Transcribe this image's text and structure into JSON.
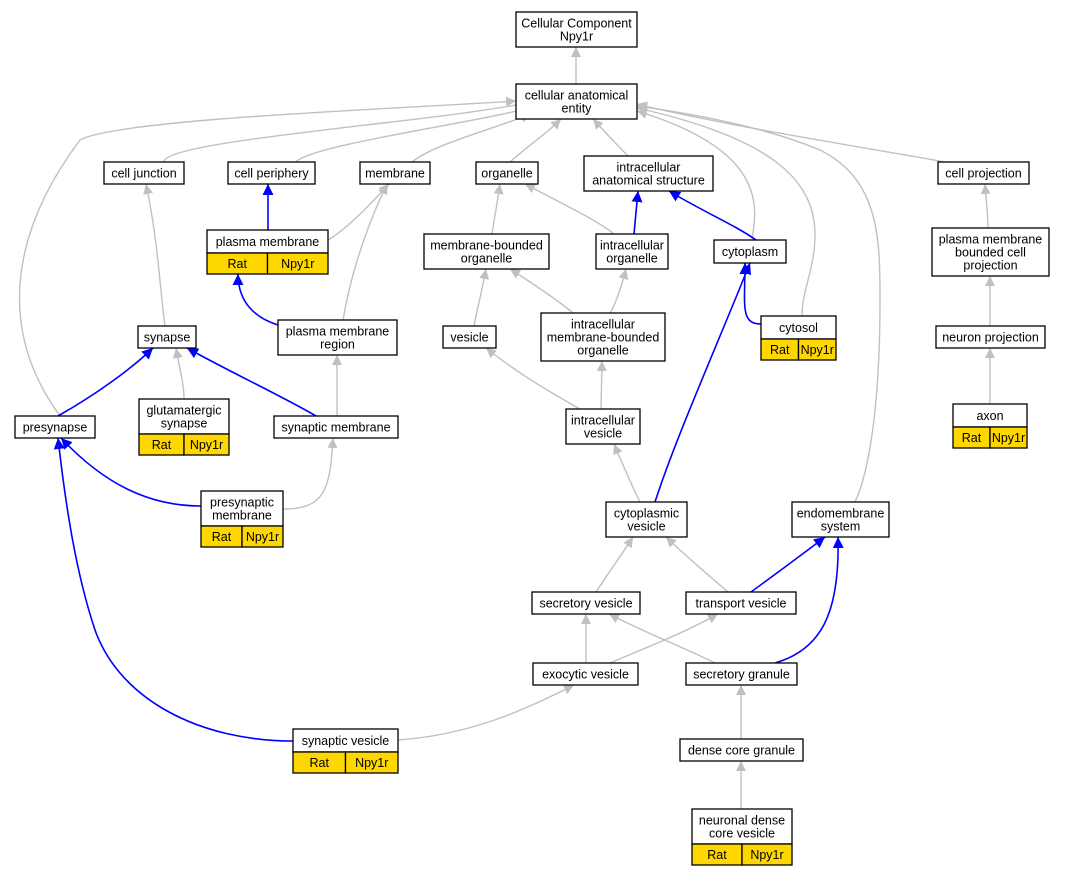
{
  "colors": {
    "is_a_edge": "#c0c0c0",
    "part_of_edge": "#0000ff",
    "annotation_fill": "#ffd700",
    "node_fill": "#ffffff"
  },
  "nodes": [
    {
      "id": "root",
      "lines": [
        "Cellular Component",
        "Npy1r"
      ]
    },
    {
      "id": "cae",
      "lines": [
        "cellular anatomical",
        "entity"
      ]
    },
    {
      "id": "cj",
      "lines": [
        "cell junction"
      ]
    },
    {
      "id": "cp",
      "lines": [
        "cell periphery"
      ]
    },
    {
      "id": "mem",
      "lines": [
        "membrane"
      ]
    },
    {
      "id": "org",
      "lines": [
        "organelle"
      ]
    },
    {
      "id": "ias",
      "lines": [
        "intracellular",
        "anatomical structure"
      ]
    },
    {
      "id": "cproj",
      "lines": [
        "cell projection"
      ]
    },
    {
      "id": "pm",
      "lines": [
        "plasma membrane"
      ],
      "ann": [
        "Rat",
        "Npy1r"
      ]
    },
    {
      "id": "mbo",
      "lines": [
        "membrane-bounded",
        "organelle"
      ]
    },
    {
      "id": "io",
      "lines": [
        "intracellular",
        "organelle"
      ]
    },
    {
      "id": "cyto",
      "lines": [
        "cytoplasm"
      ]
    },
    {
      "id": "pmbcp",
      "lines": [
        "plasma membrane",
        "bounded cell",
        "projection"
      ]
    },
    {
      "id": "syn",
      "lines": [
        "synapse"
      ]
    },
    {
      "id": "pmr",
      "lines": [
        "plasma membrane",
        "region"
      ]
    },
    {
      "id": "ves",
      "lines": [
        "vesicle"
      ]
    },
    {
      "id": "imbo",
      "lines": [
        "intracellular",
        "membrane-bounded",
        "organelle"
      ]
    },
    {
      "id": "cytosol",
      "lines": [
        "cytosol"
      ],
      "ann": [
        "Rat",
        "Npy1r"
      ]
    },
    {
      "id": "np",
      "lines": [
        "neuron projection"
      ]
    },
    {
      "id": "glu",
      "lines": [
        "glutamatergic",
        "synapse"
      ],
      "ann": [
        "Rat",
        "Npy1r"
      ]
    },
    {
      "id": "pre",
      "lines": [
        "presynapse"
      ]
    },
    {
      "id": "sm",
      "lines": [
        "synaptic membrane"
      ]
    },
    {
      "id": "iv",
      "lines": [
        "intracellular",
        "vesicle"
      ]
    },
    {
      "id": "axon",
      "lines": [
        "axon"
      ],
      "ann": [
        "Rat",
        "Npy1r"
      ]
    },
    {
      "id": "prem",
      "lines": [
        "presynaptic",
        "membrane"
      ],
      "ann": [
        "Rat",
        "Npy1r"
      ]
    },
    {
      "id": "cv",
      "lines": [
        "cytoplasmic",
        "vesicle"
      ]
    },
    {
      "id": "ems",
      "lines": [
        "endomembrane",
        "system"
      ]
    },
    {
      "id": "sv",
      "lines": [
        "secretory vesicle"
      ]
    },
    {
      "id": "tv",
      "lines": [
        "transport vesicle"
      ]
    },
    {
      "id": "exo",
      "lines": [
        "exocytic vesicle"
      ]
    },
    {
      "id": "sg",
      "lines": [
        "secretory granule"
      ]
    },
    {
      "id": "synv",
      "lines": [
        "synaptic vesicle"
      ],
      "ann": [
        "Rat",
        "Npy1r"
      ]
    },
    {
      "id": "dcg",
      "lines": [
        "dense core granule"
      ]
    },
    {
      "id": "ndcv",
      "lines": [
        "neuronal dense",
        "core vesicle"
      ],
      "ann": [
        "Rat",
        "Npy1r"
      ]
    }
  ],
  "edges": [
    {
      "from": "cae",
      "to": "root",
      "rel": "is_a"
    },
    {
      "from": "cj",
      "to": "cae",
      "rel": "is_a"
    },
    {
      "from": "cp",
      "to": "cae",
      "rel": "is_a"
    },
    {
      "from": "mem",
      "to": "cae",
      "rel": "is_a"
    },
    {
      "from": "org",
      "to": "cae",
      "rel": "is_a"
    },
    {
      "from": "ias",
      "to": "cae",
      "rel": "is_a"
    },
    {
      "from": "cproj",
      "to": "cae",
      "rel": "is_a"
    },
    {
      "from": "pre",
      "to": "cae",
      "rel": "is_a"
    },
    {
      "from": "cyto",
      "to": "cae",
      "rel": "is_a"
    },
    {
      "from": "cytosol",
      "to": "cae",
      "rel": "is_a"
    },
    {
      "from": "ems",
      "to": "cae",
      "rel": "is_a"
    },
    {
      "from": "pm",
      "to": "cp",
      "rel": "part_of"
    },
    {
      "from": "pm",
      "to": "mem",
      "rel": "is_a"
    },
    {
      "from": "pmr",
      "to": "mem",
      "rel": "is_a"
    },
    {
      "from": "mbo",
      "to": "org",
      "rel": "is_a"
    },
    {
      "from": "io",
      "to": "org",
      "rel": "is_a"
    },
    {
      "from": "io",
      "to": "ias",
      "rel": "part_of"
    },
    {
      "from": "cyto",
      "to": "ias",
      "rel": "part_of"
    },
    {
      "from": "pmbcp",
      "to": "cproj",
      "rel": "is_a"
    },
    {
      "from": "syn",
      "to": "cj",
      "rel": "is_a"
    },
    {
      "from": "pmr",
      "to": "pm",
      "rel": "part_of"
    },
    {
      "from": "ves",
      "to": "mbo",
      "rel": "is_a"
    },
    {
      "from": "imbo",
      "to": "mbo",
      "rel": "is_a"
    },
    {
      "from": "imbo",
      "to": "io",
      "rel": "is_a"
    },
    {
      "from": "cytosol",
      "to": "cyto",
      "rel": "part_of"
    },
    {
      "from": "np",
      "to": "pmbcp",
      "rel": "is_a"
    },
    {
      "from": "glu",
      "to": "syn",
      "rel": "is_a"
    },
    {
      "from": "pre",
      "to": "syn",
      "rel": "part_of"
    },
    {
      "from": "sm",
      "to": "syn",
      "rel": "part_of"
    },
    {
      "from": "sm",
      "to": "pmr",
      "rel": "is_a"
    },
    {
      "from": "iv",
      "to": "ves",
      "rel": "is_a"
    },
    {
      "from": "iv",
      "to": "imbo",
      "rel": "is_a"
    },
    {
      "from": "axon",
      "to": "np",
      "rel": "is_a"
    },
    {
      "from": "prem",
      "to": "pre",
      "rel": "part_of"
    },
    {
      "from": "prem",
      "to": "sm",
      "rel": "is_a"
    },
    {
      "from": "cv",
      "to": "iv",
      "rel": "is_a"
    },
    {
      "from": "cv",
      "to": "cyto",
      "rel": "part_of"
    },
    {
      "from": "sv",
      "to": "cv",
      "rel": "is_a"
    },
    {
      "from": "tv",
      "to": "cv",
      "rel": "is_a"
    },
    {
      "from": "tv",
      "to": "ems",
      "rel": "part_of"
    },
    {
      "from": "exo",
      "to": "sv",
      "rel": "is_a"
    },
    {
      "from": "exo",
      "to": "tv",
      "rel": "is_a"
    },
    {
      "from": "sg",
      "to": "sv",
      "rel": "is_a"
    },
    {
      "from": "sg",
      "to": "ems",
      "rel": "part_of"
    },
    {
      "from": "synv",
      "to": "exo",
      "rel": "is_a"
    },
    {
      "from": "synv",
      "to": "pre",
      "rel": "part_of"
    },
    {
      "from": "dcg",
      "to": "sg",
      "rel": "is_a"
    },
    {
      "from": "ndcv",
      "to": "dcg",
      "rel": "is_a"
    }
  ]
}
